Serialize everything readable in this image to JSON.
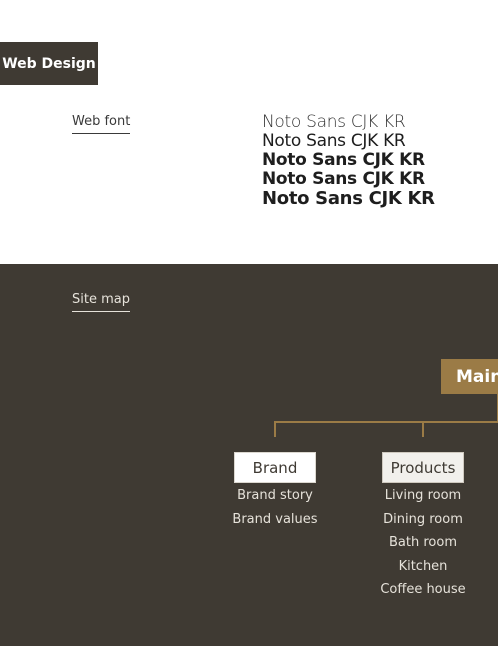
{
  "header": {
    "design_tag": "Web Design"
  },
  "webfont": {
    "label": "Web font",
    "samples": [
      "Noto Sans CJK KR",
      "Noto Sans CJK KR",
      "Noto Sans CJK KR",
      "Noto Sans CJK KR",
      "Noto Sans CJK KR"
    ]
  },
  "sitemap": {
    "label": "Site map",
    "main_label": "Main",
    "categories": [
      {
        "label": "Brand",
        "items": [
          "Brand story",
          "Brand values"
        ]
      },
      {
        "label": "Products",
        "items": [
          "Living room",
          "Dining room",
          "Bath room",
          "Kitchen",
          "Coffee house"
        ]
      }
    ]
  },
  "colors": {
    "dark_bg": "#3f3a33",
    "accent": "#9b7b46",
    "light_text": "#e6e2da"
  }
}
